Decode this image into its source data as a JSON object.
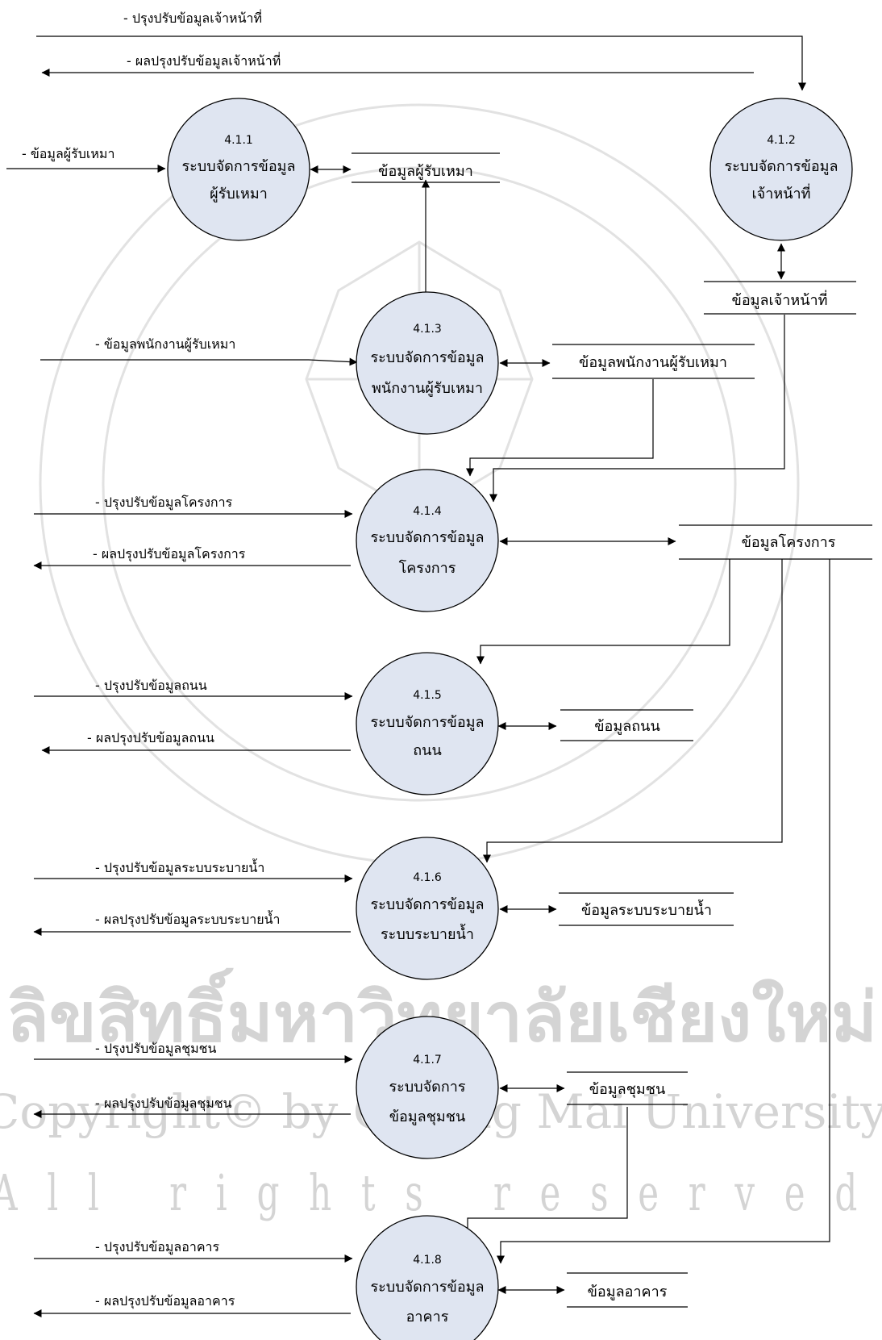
{
  "watermark": {
    "line1": "ลิขสิทธิ์มหาวิทยาลัยเชียงใหม่",
    "line2": "Copyright© by Chiang Mai University",
    "line3": "All rights reserved"
  },
  "processes": [
    {
      "id": "4.1.1",
      "line1": "ระบบจัดการข้อมูล",
      "line2": "ผู้รับเหมา"
    },
    {
      "id": "4.1.2",
      "line1": "ระบบจัดการข้อมูล",
      "line2": "เจ้าหน้าที่"
    },
    {
      "id": "4.1.3",
      "line1": "ระบบจัดการข้อมูล",
      "line2": "พนักงานผู้รับเหมา"
    },
    {
      "id": "4.1.4",
      "line1": "ระบบจัดการข้อมูล",
      "line2": "โครงการ"
    },
    {
      "id": "4.1.5",
      "line1": "ระบบจัดการข้อมูล",
      "line2": "ถนน"
    },
    {
      "id": "4.1.6",
      "line1": "ระบบจัดการข้อมูล",
      "line2": "ระบบระบายน้ำ"
    },
    {
      "id": "4.1.7",
      "line1": "ระบบจัดการ",
      "line2": "ข้อมูลชุมชน"
    },
    {
      "id": "4.1.8",
      "line1": "ระบบจัดการข้อมูล",
      "line2": "อาคาร"
    }
  ],
  "stores": [
    {
      "label": "ข้อมูลผู้รับเหมา"
    },
    {
      "label": "ข้อมูลเจ้าหน้าที่"
    },
    {
      "label": "ข้อมูลพนักงานผู้รับเหมา"
    },
    {
      "label": "ข้อมูลโครงการ"
    },
    {
      "label": "ข้อมูลถนน"
    },
    {
      "label": "ข้อมูลระบบระบายน้ำ"
    },
    {
      "label": "ข้อมูลชุมชน"
    },
    {
      "label": "ข้อมูลอาคาร"
    }
  ],
  "flows": [
    {
      "label": "- ปรุงปรับข้อมูลเจ้าหน้าที่"
    },
    {
      "label": "- ผลปรุงปรับข้อมูลเจ้าหน้าที่"
    },
    {
      "label": "- ข้อมูลผู้รับเหมา"
    },
    {
      "label": "- ข้อมูลพนักงานผู้รับเหมา"
    },
    {
      "label": "- ปรุงปรับข้อมูลโครงการ"
    },
    {
      "label": "- ผลปรุงปรับข้อมูลโครงการ"
    },
    {
      "label": "- ปรุงปรับข้อมูลถนน"
    },
    {
      "label": "- ผลปรุงปรับข้อมูลถนน"
    },
    {
      "label": "- ปรุงปรับข้อมูลระบบระบายน้ำ"
    },
    {
      "label": "- ผลปรุงปรับข้อมูลระบบระบายน้ำ"
    },
    {
      "label": "- ปรุงปรับข้อมูลชุมชน"
    },
    {
      "label": "- ผลปรุงปรับข้อมูลชุมชน"
    },
    {
      "label": "- ปรุงปรับข้อมูลอาคาร"
    },
    {
      "label": "- ผลปรุงปรับข้อมูลอาคาร"
    }
  ]
}
